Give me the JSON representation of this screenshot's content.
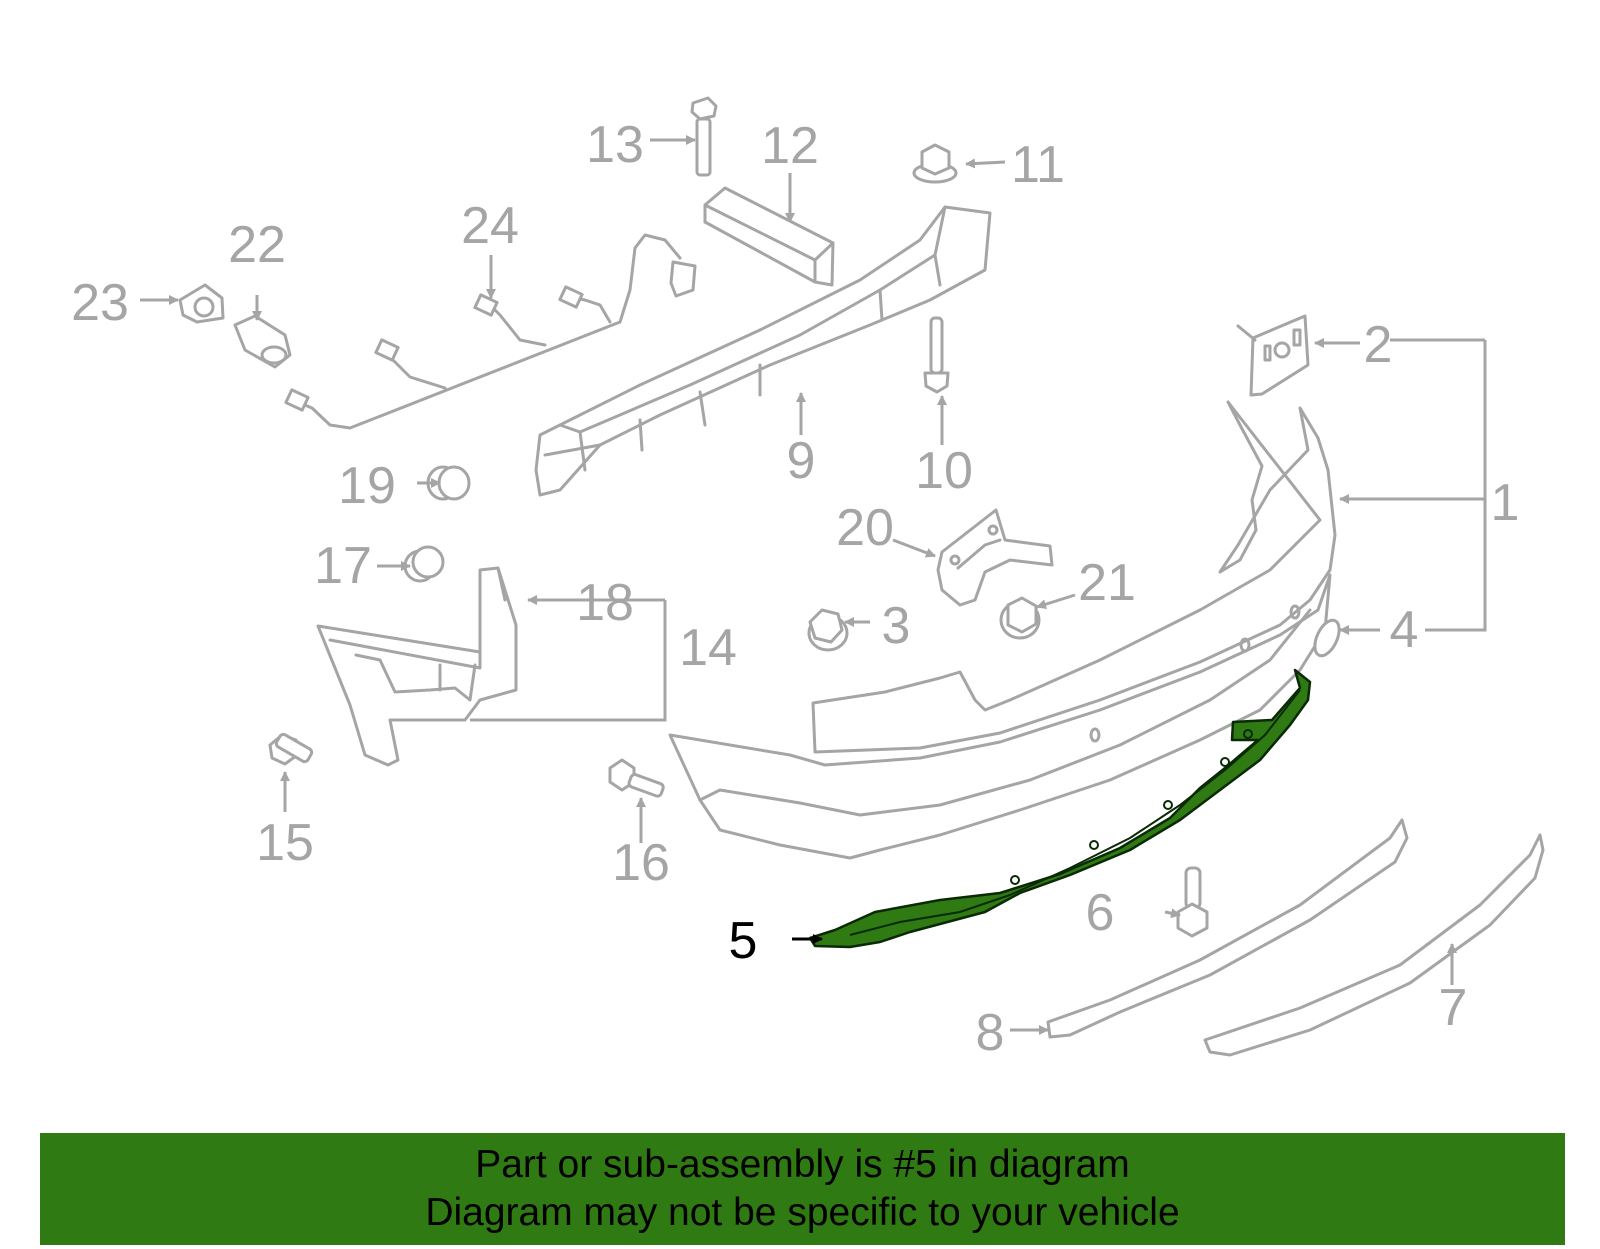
{
  "callouts": [
    "1",
    "2",
    "3",
    "4",
    "5",
    "6",
    "7",
    "8",
    "9",
    "10",
    "11",
    "12",
    "13",
    "14",
    "15",
    "16",
    "17",
    "18",
    "19",
    "20",
    "21",
    "22",
    "23",
    "24"
  ],
  "highlight_part": "5",
  "colors": {
    "part_outline": "#a5a5a5",
    "highlight_fill": "#2f7a12",
    "highlight_outline": "#0a2a05",
    "banner_bg": "#2f7a12",
    "text_dark": "#000000"
  },
  "banner": {
    "line1": "Part or sub-assembly is #5 in diagram",
    "line2": "Diagram may not be specific to your vehicle"
  }
}
